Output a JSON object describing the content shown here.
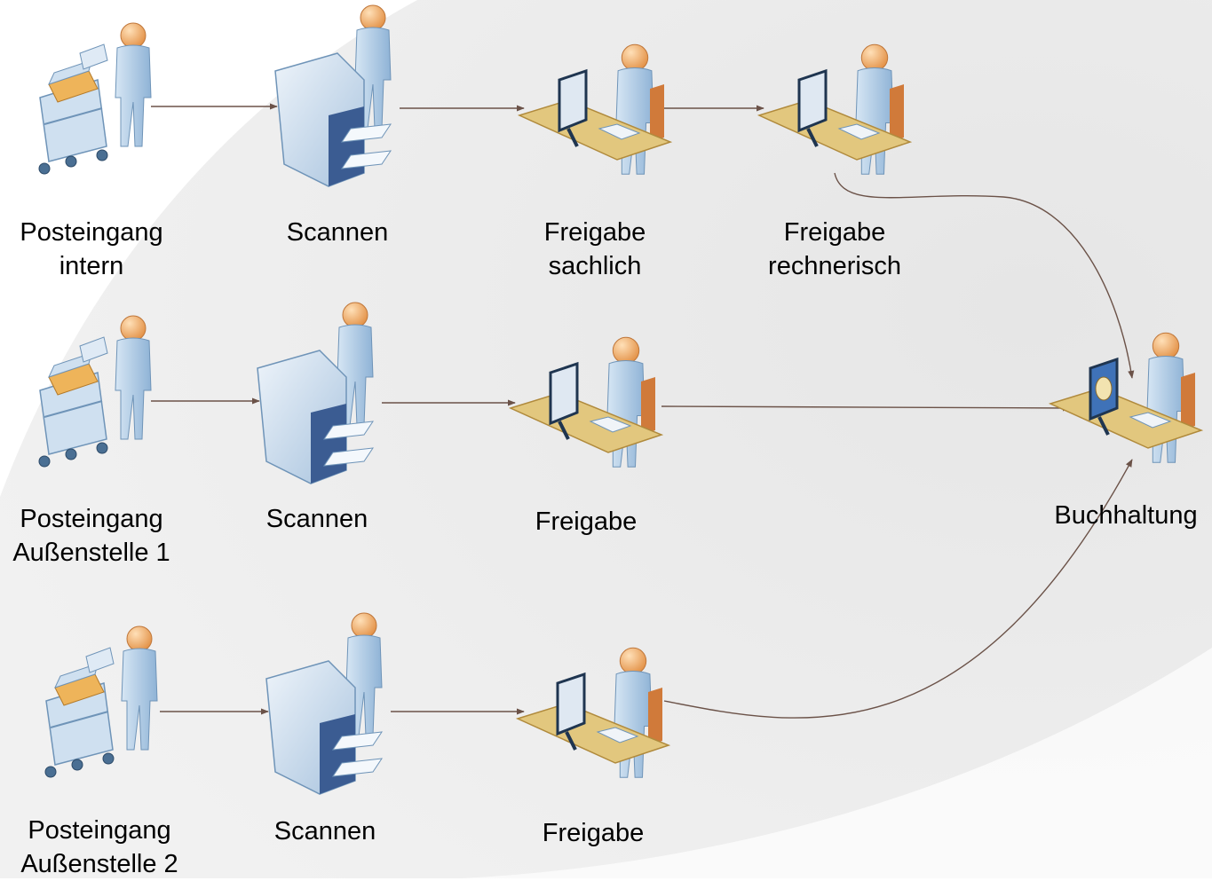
{
  "diagram": {
    "nodes": [
      {
        "id": "posteingang-intern",
        "type": "mail-cart",
        "lines": [
          "Posteingang",
          "intern"
        ]
      },
      {
        "id": "scannen-1",
        "type": "scanner",
        "lines": [
          "Scannen"
        ]
      },
      {
        "id": "freigabe-sachlich",
        "type": "desk",
        "lines": [
          "Freigabe",
          "sachlich"
        ]
      },
      {
        "id": "freigabe-rechnerisch",
        "type": "desk",
        "lines": [
          "Freigabe",
          "rechnerisch"
        ]
      },
      {
        "id": "posteingang-aussenstelle-1",
        "type": "mail-cart",
        "lines": [
          "Posteingang",
          "Außenstelle 1"
        ]
      },
      {
        "id": "scannen-2",
        "type": "scanner",
        "lines": [
          "Scannen"
        ]
      },
      {
        "id": "freigabe-2",
        "type": "desk",
        "lines": [
          "Freigabe"
        ]
      },
      {
        "id": "buchhaltung",
        "type": "accounting-desk",
        "lines": [
          "Buchhaltung"
        ]
      },
      {
        "id": "posteingang-aussenstelle-2",
        "type": "mail-cart",
        "lines": [
          "Posteingang",
          "Außenstelle 2"
        ]
      },
      {
        "id": "scannen-3",
        "type": "scanner",
        "lines": [
          "Scannen"
        ]
      },
      {
        "id": "freigabe-3",
        "type": "desk",
        "lines": [
          "Freigabe"
        ]
      }
    ],
    "edges": [
      {
        "from": "posteingang-intern",
        "to": "scannen-1"
      },
      {
        "from": "scannen-1",
        "to": "freigabe-sachlich"
      },
      {
        "from": "freigabe-sachlich",
        "to": "freigabe-rechnerisch"
      },
      {
        "from": "freigabe-rechnerisch",
        "to": "buchhaltung"
      },
      {
        "from": "posteingang-aussenstelle-1",
        "to": "scannen-2"
      },
      {
        "from": "scannen-2",
        "to": "freigabe-2"
      },
      {
        "from": "freigabe-2",
        "to": "buchhaltung"
      },
      {
        "from": "posteingang-aussenstelle-2",
        "to": "scannen-3"
      },
      {
        "from": "scannen-3",
        "to": "freigabe-3"
      },
      {
        "from": "freigabe-3",
        "to": "buchhaltung"
      }
    ],
    "colors": {
      "edge": "#6b5248",
      "figure": "#a9c7e1",
      "figure_dark": "#6f94b8",
      "skin": "#f0b27a",
      "desk_top": "#e2c77e",
      "desk_edge": "#b08a3c",
      "chair": "#d07a3a",
      "box": "#eeb45a",
      "screen": "#1f3550"
    }
  }
}
